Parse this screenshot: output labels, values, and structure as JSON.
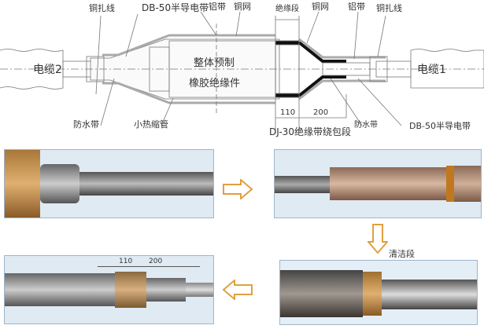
{
  "diagram": {
    "labels": {
      "copper_bind_left": "铜扎线",
      "db50_top": "DB-50半导电带",
      "al_tape_top": "铝带",
      "copper_mesh_top": "铜网",
      "insulation_section": "绝缘段",
      "copper_mesh_right": "铜网",
      "al_tape_right": "铝带",
      "copper_bind_right": "铜扎线",
      "cable2": "电缆2",
      "cable1": "电缆1",
      "body_line1": "整体预制",
      "body_line2": "橡胶绝缘件",
      "dim_110": "110",
      "dim_200": "200",
      "waterproof_tape": "防水带",
      "small_shrink_tube": "小热缩管",
      "dj30": "DJ-30绝缘带绕包段",
      "waterproof_right": "防水带",
      "db50_bottom": "DB-50半导电带"
    }
  },
  "photos": {
    "step4_dim_110": "110",
    "step4_dim_200": "200",
    "step3_label": "清洁段"
  },
  "colors": {
    "arrow": "#e0a040",
    "frame": "#9fb4c8"
  }
}
